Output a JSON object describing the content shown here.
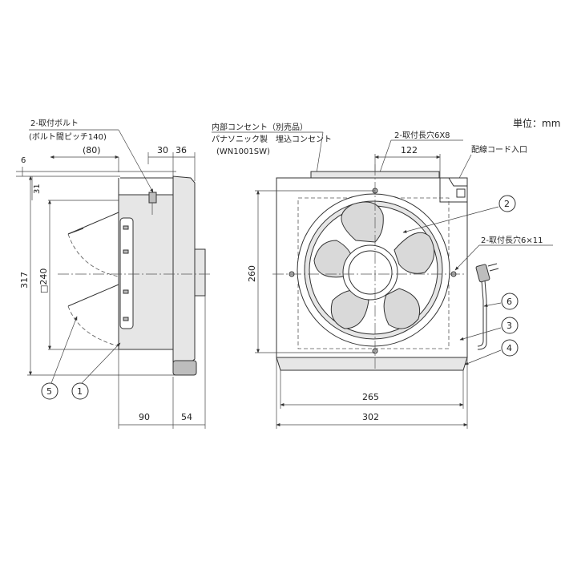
{
  "units_label": "単位：mm",
  "side_view": {
    "callout_bolt": "2-取付ボルト",
    "callout_bolt_pitch": "(ボルト間ピッチ140)",
    "dim_80": "(80)",
    "dim_30": "30",
    "dim_36": "36",
    "dim_6": "6",
    "dim_31": "31",
    "dim_317": "317",
    "dim_240": "□240",
    "dim_90": "90",
    "dim_54": "54",
    "part_5": "5",
    "part_1": "1"
  },
  "front_view": {
    "outlet_note_1": "内部コンセント（別売品）",
    "outlet_note_2": "パナソニック製　埋込コンセント",
    "outlet_note_3": "(WN1001SW)",
    "slot_upper": "2-取付長穴6X8",
    "dim_122": "122",
    "cord_entry": "配線コード入口",
    "slot_side": "2-取付長穴6×11",
    "dim_260": "260",
    "dim_265": "265",
    "dim_302": "302",
    "part_2": "2",
    "part_6": "6",
    "part_3": "3",
    "part_4": "4"
  }
}
